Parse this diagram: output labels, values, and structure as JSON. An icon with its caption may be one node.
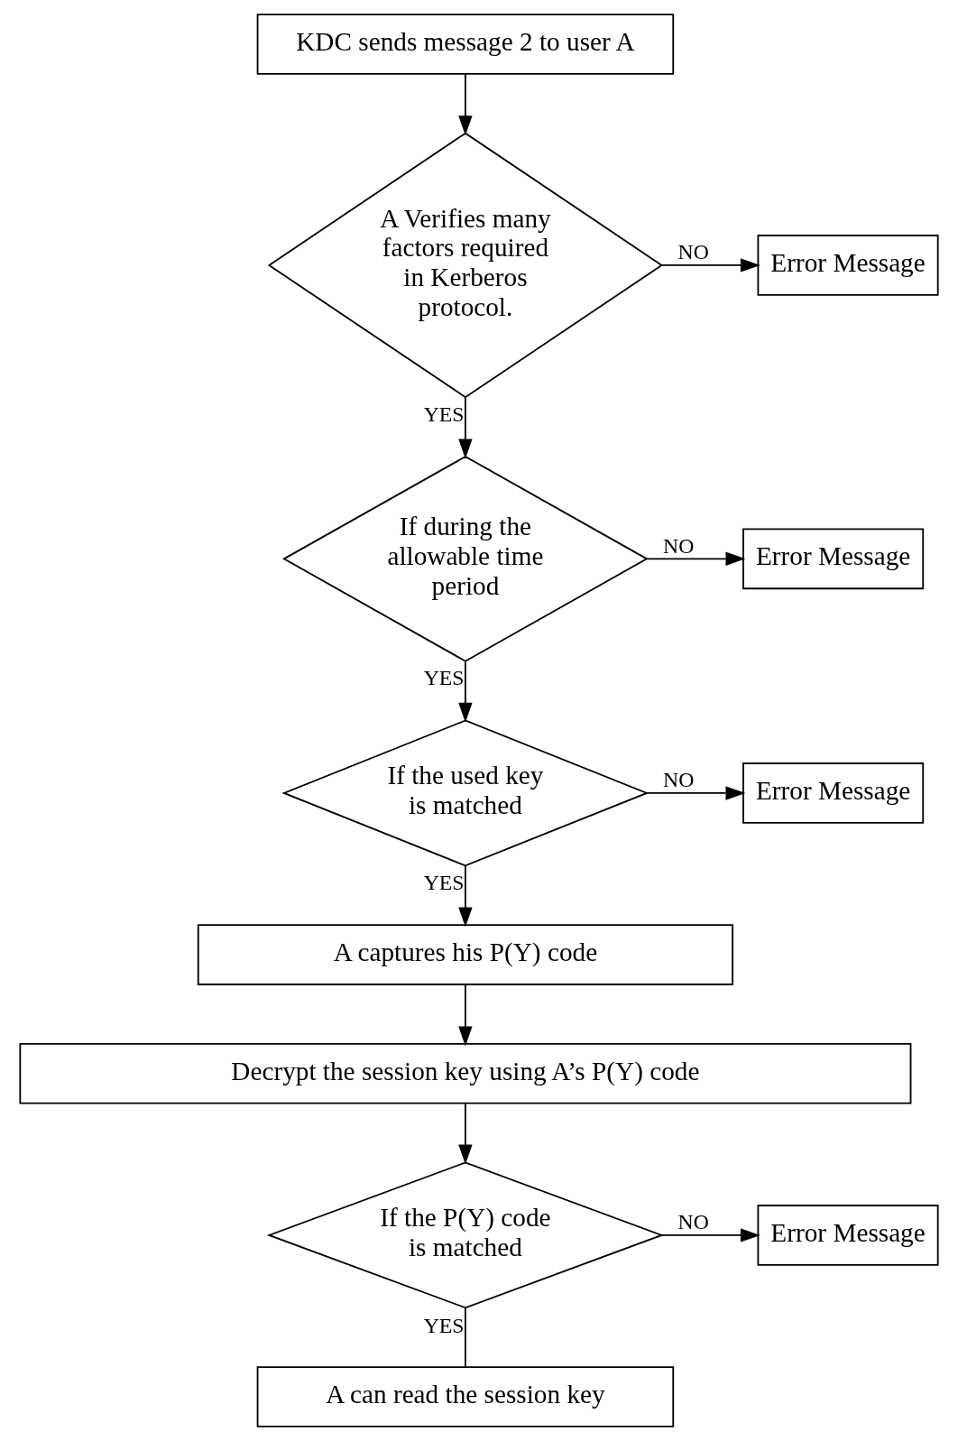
{
  "diagram": {
    "nodes": [
      {
        "text": [
          "KDC sends message 2 to user A"
        ]
      },
      {
        "text": [
          "Error Message"
        ]
      },
      {
        "text": [
          "A Verifies many factors required in Kerberos protocol."
        ]
      },
      {
        "text": [
          "Error Message"
        ]
      },
      {
        "text": [
          "If during the allowable time period"
        ]
      },
      {
        "text": [
          "Error Message"
        ]
      },
      {
        "text": [
          "If the used key is matched"
        ]
      },
      {
        "text": [
          "A captures his P(Y) code"
        ]
      },
      {
        "text": [
          "Decrypt the session key using A’s P(Y) code"
        ]
      },
      {
        "text": [
          "Error Message"
        ]
      },
      {
        "text": [
          "If the P(Y) code is matched"
        ]
      },
      {
        "text": [
          "A can read the session key"
        ]
      }
    ],
    "edges": [
      {
        "from": 0,
        "to": 2,
        "arrow": "to"
      },
      {
        "from": 2,
        "to": 1,
        "arrow": "to",
        "label": "NO"
      },
      {
        "from": 2,
        "to": 4,
        "arrow": "to",
        "label": "YES"
      },
      {
        "from": 4,
        "to": 3,
        "arrow": "to",
        "label": "NO"
      },
      {
        "from": 4,
        "to": 6,
        "arrow": "to",
        "label": "YES"
      },
      {
        "from": 6,
        "to": 5,
        "arrow": "to",
        "label": "NO"
      },
      {
        "from": 6,
        "to": 7,
        "arrow": "to",
        "label": "YES"
      },
      {
        "from": 7,
        "to": 8,
        "arrow": "to"
      },
      {
        "from": 8,
        "to": 10,
        "arrow": "to"
      },
      {
        "from": 10,
        "to": 9,
        "arrow": "to",
        "label": "NO"
      },
      {
        "from": 10,
        "to": 11,
        "arrow": "none",
        "label": "YES"
      }
    ]
  }
}
